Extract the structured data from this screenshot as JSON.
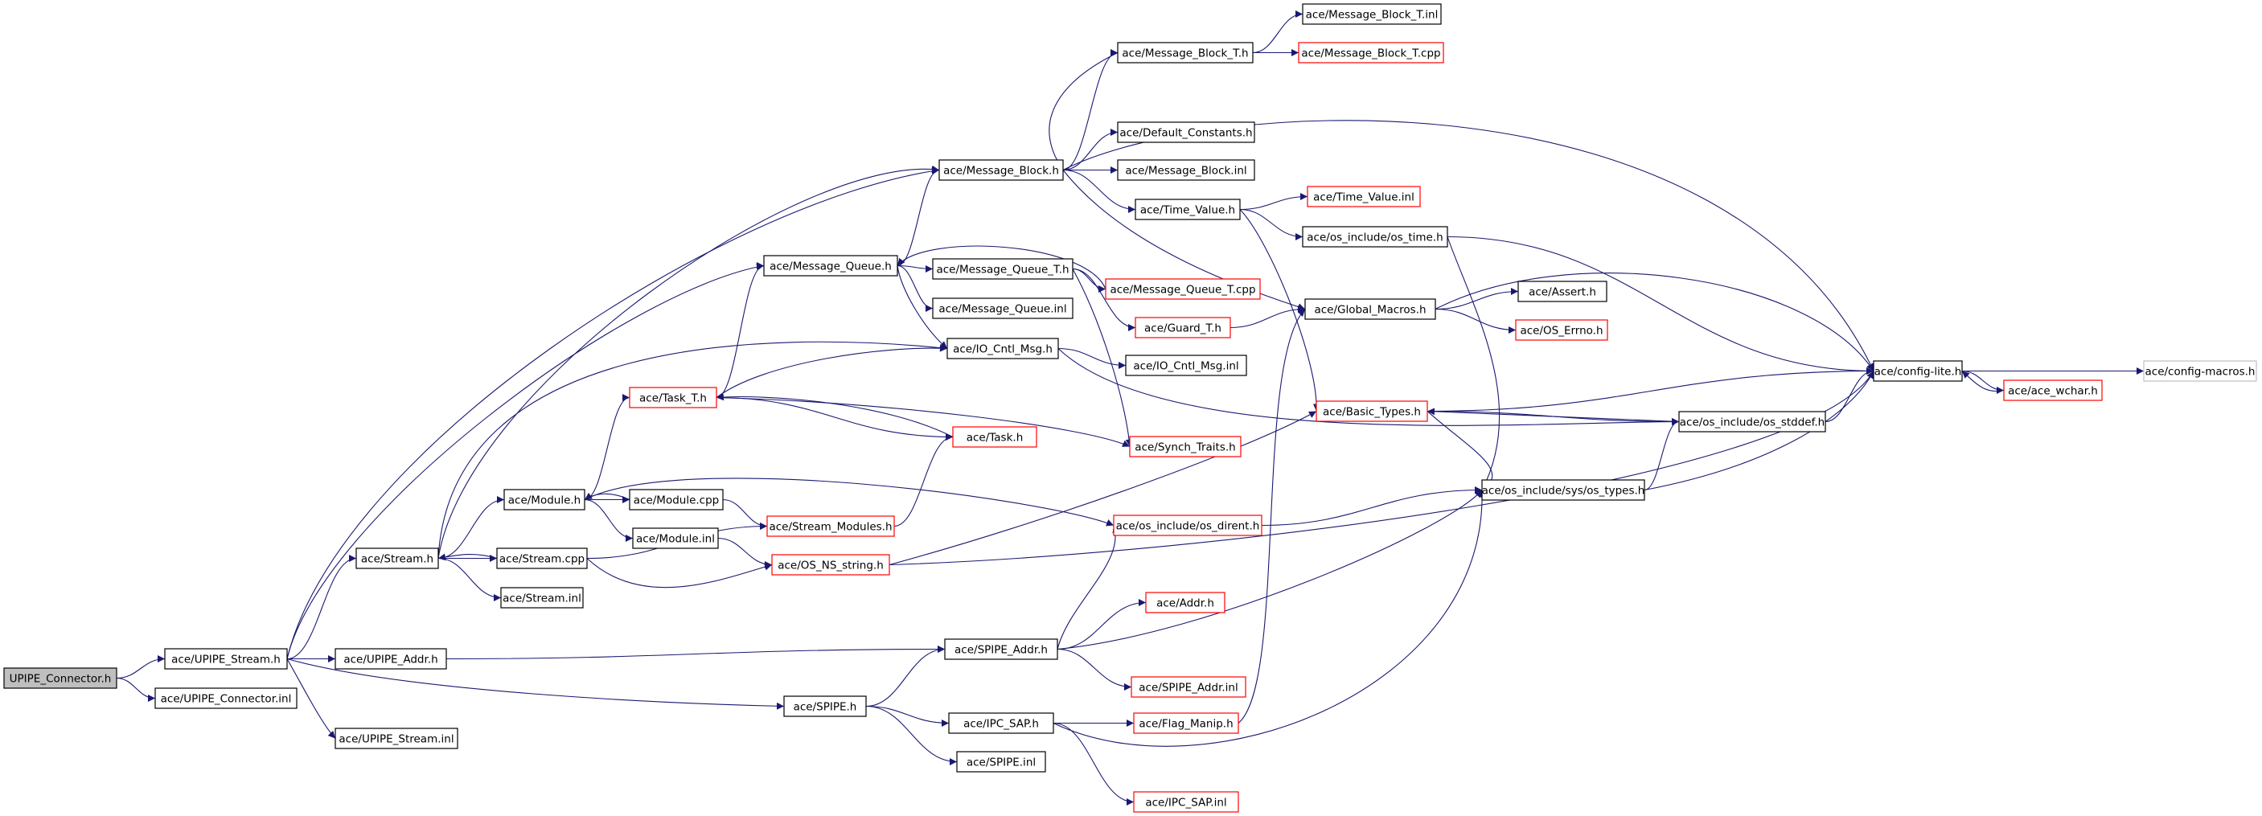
{
  "diagram": {
    "colors": {
      "edge": "#191970",
      "node_border": "#000000",
      "missing_border": "#ff0000",
      "root_fill": "#bfbfbf",
      "node_fill": "#ffffff",
      "leaf_border": "#bfbfbf"
    },
    "nodes": [
      {
        "id": "root",
        "label": "UPIPE_Connector.h",
        "style": "root"
      },
      {
        "id": "upipe_stream_h",
        "label": "ace/UPIPE_Stream.h",
        "style": "normal"
      },
      {
        "id": "upipe_connector_inl",
        "label": "ace/UPIPE_Connector.inl",
        "style": "normal"
      },
      {
        "id": "upipe_stream_inl",
        "label": "ace/UPIPE_Stream.inl",
        "style": "normal"
      },
      {
        "id": "upipe_addr_h",
        "label": "ace/UPIPE_Addr.h",
        "style": "normal"
      },
      {
        "id": "stream_h",
        "label": "ace/Stream.h",
        "style": "normal"
      },
      {
        "id": "stream_cpp",
        "label": "ace/Stream.cpp",
        "style": "normal"
      },
      {
        "id": "stream_inl",
        "label": "ace/Stream.inl",
        "style": "normal"
      },
      {
        "id": "module_h",
        "label": "ace/Module.h",
        "style": "normal"
      },
      {
        "id": "module_cpp",
        "label": "ace/Module.cpp",
        "style": "normal"
      },
      {
        "id": "module_inl",
        "label": "ace/Module.inl",
        "style": "normal"
      },
      {
        "id": "task_t_h",
        "label": "ace/Task_T.h",
        "style": "missing"
      },
      {
        "id": "task_h",
        "label": "ace/Task.h",
        "style": "missing"
      },
      {
        "id": "stream_modules_h",
        "label": "ace/Stream_Modules.h",
        "style": "missing"
      },
      {
        "id": "os_ns_string_h",
        "label": "ace/OS_NS_string.h",
        "style": "missing"
      },
      {
        "id": "message_queue_h",
        "label": "ace/Message_Queue.h",
        "style": "normal"
      },
      {
        "id": "message_queue_t_h",
        "label": "ace/Message_Queue_T.h",
        "style": "normal"
      },
      {
        "id": "message_queue_inl",
        "label": "ace/Message_Queue.inl",
        "style": "normal"
      },
      {
        "id": "io_cntl_msg_h",
        "label": "ace/IO_Cntl_Msg.h",
        "style": "normal"
      },
      {
        "id": "io_cntl_msg_inl",
        "label": "ace/IO_Cntl_Msg.inl",
        "style": "normal"
      },
      {
        "id": "message_queue_t_cpp",
        "label": "ace/Message_Queue_T.cpp",
        "style": "missing"
      },
      {
        "id": "guard_t_h",
        "label": "ace/Guard_T.h",
        "style": "missing"
      },
      {
        "id": "synch_traits_h",
        "label": "ace/Synch_Traits.h",
        "style": "missing"
      },
      {
        "id": "message_block_h",
        "label": "ace/Message_Block.h",
        "style": "normal"
      },
      {
        "id": "message_block_t_h",
        "label": "ace/Message_Block_T.h",
        "style": "normal"
      },
      {
        "id": "message_block_t_inl",
        "label": "ace/Message_Block_T.inl",
        "style": "normal"
      },
      {
        "id": "message_block_t_cpp",
        "label": "ace/Message_Block_T.cpp",
        "style": "missing"
      },
      {
        "id": "default_constants_h",
        "label": "ace/Default_Constants.h",
        "style": "normal"
      },
      {
        "id": "message_block_inl",
        "label": "ace/Message_Block.inl",
        "style": "normal"
      },
      {
        "id": "time_value_h",
        "label": "ace/Time_Value.h",
        "style": "normal"
      },
      {
        "id": "time_value_inl",
        "label": "ace/Time_Value.inl",
        "style": "missing"
      },
      {
        "id": "os_time_h",
        "label": "ace/os_include/os_time.h",
        "style": "normal"
      },
      {
        "id": "global_macros_h",
        "label": "ace/Global_Macros.h",
        "style": "normal"
      },
      {
        "id": "assert_h",
        "label": "ace/Assert.h",
        "style": "normal"
      },
      {
        "id": "os_errno_h",
        "label": "ace/OS_Errno.h",
        "style": "missing"
      },
      {
        "id": "basic_types_h",
        "label": "ace/Basic_Types.h",
        "style": "missing"
      },
      {
        "id": "config_lite_h",
        "label": "ace/config-lite.h",
        "style": "normal"
      },
      {
        "id": "ace_wchar_h",
        "label": "ace/ace_wchar.h",
        "style": "missing"
      },
      {
        "id": "config_macros_h",
        "label": "ace/config-macros.h",
        "style": "leaf"
      },
      {
        "id": "os_stddef_h",
        "label": "ace/os_include/os_stddef.h",
        "style": "normal"
      },
      {
        "id": "os_types_h",
        "label": "ace/os_include/sys/os_types.h",
        "style": "normal"
      },
      {
        "id": "os_dirent_h",
        "label": "ace/os_include/os_dirent.h",
        "style": "missing"
      },
      {
        "id": "addr_h",
        "label": "ace/Addr.h",
        "style": "missing"
      },
      {
        "id": "spipe_addr_h",
        "label": "ace/SPIPE_Addr.h",
        "style": "normal"
      },
      {
        "id": "spipe_addr_inl",
        "label": "ace/SPIPE_Addr.inl",
        "style": "missing"
      },
      {
        "id": "spipe_h",
        "label": "ace/SPIPE.h",
        "style": "normal"
      },
      {
        "id": "ipc_sap_h",
        "label": "ace/IPC_SAP.h",
        "style": "normal"
      },
      {
        "id": "flag_manip_h",
        "label": "ace/Flag_Manip.h",
        "style": "missing"
      },
      {
        "id": "spipe_inl",
        "label": "ace/SPIPE.inl",
        "style": "normal"
      },
      {
        "id": "ipc_sap_inl",
        "label": "ace/IPC_SAP.inl",
        "style": "missing"
      }
    ],
    "edges": [
      [
        "root",
        "upipe_stream_h"
      ],
      [
        "root",
        "upipe_connector_inl"
      ],
      [
        "upipe_stream_h",
        "upipe_stream_inl"
      ],
      [
        "upipe_stream_h",
        "upipe_addr_h"
      ],
      [
        "upipe_stream_h",
        "stream_h"
      ],
      [
        "upipe_stream_h",
        "message_block_h"
      ],
      [
        "upipe_stream_h",
        "message_queue_h"
      ],
      [
        "upipe_stream_h",
        "spipe_h"
      ],
      [
        "upipe_addr_h",
        "spipe_addr_h"
      ],
      [
        "stream_h",
        "stream_cpp"
      ],
      [
        "stream_h",
        "stream_inl"
      ],
      [
        "stream_h",
        "module_h"
      ],
      [
        "stream_h",
        "io_cntl_msg_h"
      ],
      [
        "stream_h",
        "message_block_h"
      ],
      [
        "stream_cpp",
        "stream_h"
      ],
      [
        "stream_cpp",
        "stream_modules_h"
      ],
      [
        "stream_cpp",
        "os_ns_string_h"
      ],
      [
        "module_h",
        "module_cpp"
      ],
      [
        "module_h",
        "module_inl"
      ],
      [
        "module_h",
        "task_t_h"
      ],
      [
        "module_h",
        "os_dirent_h"
      ],
      [
        "module_cpp",
        "module_h"
      ],
      [
        "module_cpp",
        "stream_modules_h"
      ],
      [
        "module_inl",
        "os_ns_string_h"
      ],
      [
        "task_t_h",
        "task_h"
      ],
      [
        "task_t_h",
        "synch_traits_h"
      ],
      [
        "task_t_h",
        "message_queue_h"
      ],
      [
        "task_t_h",
        "io_cntl_msg_h"
      ],
      [
        "task_h",
        "task_t_h"
      ],
      [
        "stream_modules_h",
        "task_h"
      ],
      [
        "os_ns_string_h",
        "basic_types_h"
      ],
      [
        "os_ns_string_h",
        "config_lite_h"
      ],
      [
        "message_queue_h",
        "message_queue_t_h"
      ],
      [
        "message_queue_h",
        "message_queue_inl"
      ],
      [
        "message_queue_h",
        "io_cntl_msg_h"
      ],
      [
        "message_queue_h",
        "message_block_h"
      ],
      [
        "message_queue_t_h",
        "message_queue_t_cpp"
      ],
      [
        "message_queue_t_h",
        "guard_t_h"
      ],
      [
        "message_queue_t_h",
        "synch_traits_h"
      ],
      [
        "message_queue_t_cpp",
        "message_queue_h"
      ],
      [
        "guard_t_h",
        "global_macros_h"
      ],
      [
        "io_cntl_msg_h",
        "io_cntl_msg_inl"
      ],
      [
        "io_cntl_msg_h",
        "os_stddef_h"
      ],
      [
        "message_block_h",
        "message_block_t_h"
      ],
      [
        "message_block_h",
        "default_constants_h"
      ],
      [
        "message_block_h",
        "message_block_inl"
      ],
      [
        "message_block_h",
        "time_value_h"
      ],
      [
        "message_block_h",
        "global_macros_h"
      ],
      [
        "message_block_h",
        "config_lite_h"
      ],
      [
        "message_block_t_h",
        "message_block_t_inl"
      ],
      [
        "message_block_t_h",
        "message_block_t_cpp"
      ],
      [
        "message_block_t_h",
        "message_block_h"
      ],
      [
        "time_value_h",
        "time_value_inl"
      ],
      [
        "time_value_h",
        "os_time_h"
      ],
      [
        "time_value_h",
        "basic_types_h"
      ],
      [
        "os_time_h",
        "config_lite_h"
      ],
      [
        "os_time_h",
        "os_types_h"
      ],
      [
        "global_macros_h",
        "assert_h"
      ],
      [
        "global_macros_h",
        "os_errno_h"
      ],
      [
        "global_macros_h",
        "config_lite_h"
      ],
      [
        "basic_types_h",
        "config_lite_h"
      ],
      [
        "basic_types_h",
        "os_stddef_h"
      ],
      [
        "basic_types_h",
        "os_types_h"
      ],
      [
        "config_lite_h",
        "ace_wchar_h"
      ],
      [
        "config_lite_h",
        "config_macros_h"
      ],
      [
        "ace_wchar_h",
        "config_lite_h"
      ],
      [
        "os_stddef_h",
        "basic_types_h"
      ],
      [
        "os_stddef_h",
        "config_lite_h"
      ],
      [
        "os_types_h",
        "os_stddef_h"
      ],
      [
        "os_types_h",
        "config_lite_h"
      ],
      [
        "os_dirent_h",
        "os_types_h"
      ],
      [
        "spipe_h",
        "spipe_addr_h"
      ],
      [
        "spipe_h",
        "ipc_sap_h"
      ],
      [
        "spipe_h",
        "spipe_inl"
      ],
      [
        "spipe_addr_h",
        "addr_h"
      ],
      [
        "spipe_addr_h",
        "spipe_addr_inl"
      ],
      [
        "spipe_addr_h",
        "os_dirent_h"
      ],
      [
        "spipe_addr_h",
        "os_types_h"
      ],
      [
        "ipc_sap_h",
        "flag_manip_h"
      ],
      [
        "ipc_sap_h",
        "ipc_sap_inl"
      ],
      [
        "ipc_sap_h",
        "os_types_h"
      ],
      [
        "flag_manip_h",
        "global_macros_h"
      ]
    ]
  }
}
